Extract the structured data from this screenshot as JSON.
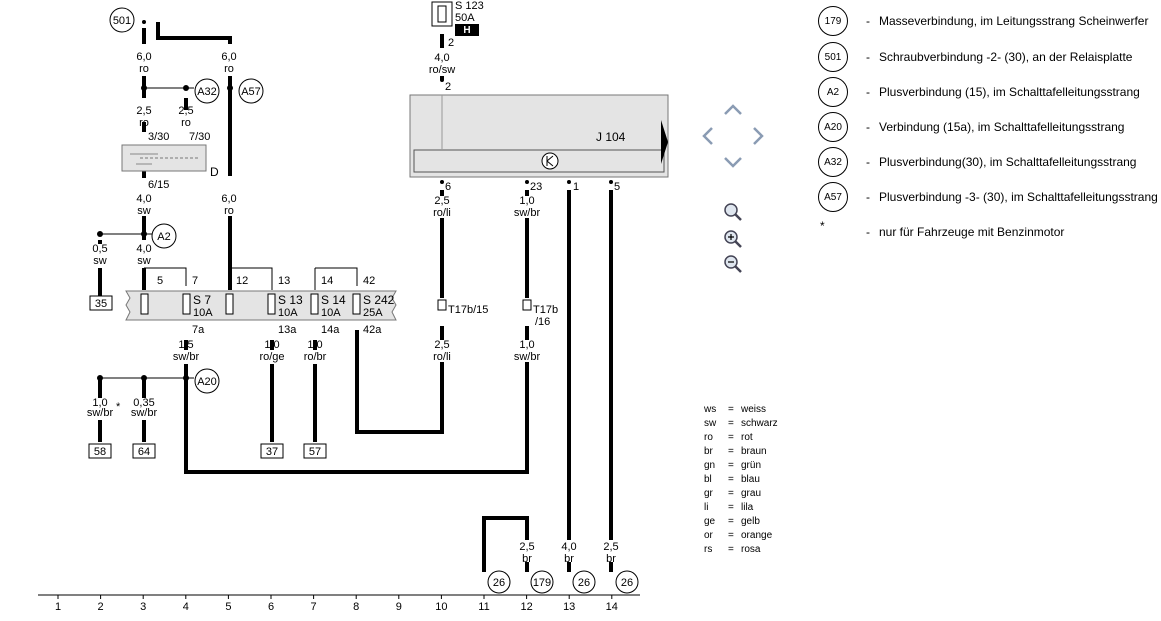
{
  "diagram": {
    "fuse_s123": {
      "label": "S 123",
      "rating": "50A",
      "tag": "H",
      "pin": "2"
    },
    "relay_j104": {
      "label": "J 104",
      "pins": [
        "2",
        "6",
        "23",
        "1",
        "5"
      ]
    },
    "relay_d": {
      "label": "D",
      "pins": [
        "3/30",
        "7/30",
        "6/15"
      ]
    },
    "wires": {
      "w501_left": {
        "size": "6,0",
        "color": "ro"
      },
      "w501_right": {
        "size": "6,0",
        "color": "ro"
      },
      "w_a32_left": {
        "size": "2,5",
        "color": "ro"
      },
      "w_a32_right": {
        "size": "2,5",
        "color": "ro"
      },
      "w_d_out": {
        "size": "4,0",
        "color": "sw"
      },
      "w_a2_left": {
        "size": "0,5",
        "color": "sw"
      },
      "w_a2_right": {
        "size": "4,0",
        "color": "sw"
      },
      "w_a57_down": {
        "size": "6,0",
        "color": "ro"
      },
      "w_s123": {
        "size": "4,0",
        "color": "ro/sw"
      },
      "w_j104_6": {
        "size": "2,5",
        "color": "ro/li"
      },
      "w_j104_23": {
        "size": "1,0",
        "color": "sw/br"
      },
      "w_s7": {
        "size": "1,5",
        "color": "sw/br"
      },
      "w_s13": {
        "size": "1,0",
        "color": "ro/ge"
      },
      "w_s14": {
        "size": "1,0",
        "color": "ro/br"
      },
      "w_t15": {
        "size": "2,5",
        "color": "ro/li"
      },
      "w_t16": {
        "size": "1,0",
        "color": "sw/br"
      },
      "w_58": {
        "size": "1,0",
        "color": "sw/br"
      },
      "w_64": {
        "size": "0,35",
        "color": "sw/br"
      },
      "w_g12": {
        "size": "2,5",
        "color": "br"
      },
      "w_g13": {
        "size": "4,0",
        "color": "br"
      },
      "w_g14": {
        "size": "2,5",
        "color": "br"
      }
    },
    "fuse_panel": {
      "top_pins": [
        "5",
        "7",
        "12",
        "13",
        "14",
        "42"
      ],
      "fuses": [
        {
          "name": "S 7",
          "rating": "10A",
          "out": "7a"
        },
        {
          "name": "S 13",
          "rating": "10A",
          "out": "13a"
        },
        {
          "name": "S 14",
          "rating": "10A",
          "out": "14a"
        },
        {
          "name": "S 242",
          "rating": "25A",
          "out": "42a"
        }
      ]
    },
    "connectors": {
      "t15": "T17b/15",
      "t16_a": "T17b",
      "t16_b": "/16"
    },
    "nodes": {
      "n501": "501",
      "a32": "A32",
      "a57": "A57",
      "a2": "A2",
      "a20": "A20",
      "g11": "26",
      "g12": "179",
      "g13": "26",
      "g14": "26"
    },
    "terminals": {
      "t35": "35",
      "t58": "58",
      "t64": "64",
      "t37": "37",
      "t57": "57"
    },
    "asterisk": "*",
    "tracks": [
      "1",
      "2",
      "3",
      "4",
      "5",
      "6",
      "7",
      "8",
      "9",
      "10",
      "11",
      "12",
      "13",
      "14"
    ]
  },
  "legend": [
    {
      "code": "179",
      "text": "Masseverbindung, im Leitungsstrang Scheinwerfer"
    },
    {
      "code": "501",
      "text": "Schraubverbindung -2- (30), an der Relaisplatte"
    },
    {
      "code": "A2",
      "text": "Plusverbindung (15), im Schalttafelleitungsstrang"
    },
    {
      "code": "A20",
      "text": "Verbindung (15a), im Schalttafelleitungsstrang"
    },
    {
      "code": "A32",
      "text": "Plusverbindung(30), im Schalttafelleitungsstrang"
    },
    {
      "code": "A57",
      "text": "Plusverbindung -3- (30), im Schalttafelleitungsstrang"
    }
  ],
  "legend_note": {
    "mark": "*",
    "text": "nur für Fahrzeuge mit Benzinmotor"
  },
  "legend_dash": "-",
  "color_codes": [
    {
      "abbr": "ws",
      "name": "weiss"
    },
    {
      "abbr": "sw",
      "name": "schwarz"
    },
    {
      "abbr": "ro",
      "name": "rot"
    },
    {
      "abbr": "br",
      "name": "braun"
    },
    {
      "abbr": "gn",
      "name": "grün"
    },
    {
      "abbr": "bl",
      "name": "blau"
    },
    {
      "abbr": "gr",
      "name": "grau"
    },
    {
      "abbr": "li",
      "name": "lila"
    },
    {
      "abbr": "ge",
      "name": "gelb"
    },
    {
      "abbr": "or",
      "name": "orange"
    },
    {
      "abbr": "rs",
      "name": "rosa"
    }
  ],
  "color_eq": "=",
  "controls": {
    "pan_up": "pan-up-icon",
    "pan_down": "pan-down-icon",
    "pan_left": "pan-left-icon",
    "pan_right": "pan-right-icon",
    "zoom": "zoom-icon",
    "zoom_in": "zoom-in-icon",
    "zoom_out": "zoom-out-icon",
    "next_page": "triangle-right-icon"
  }
}
